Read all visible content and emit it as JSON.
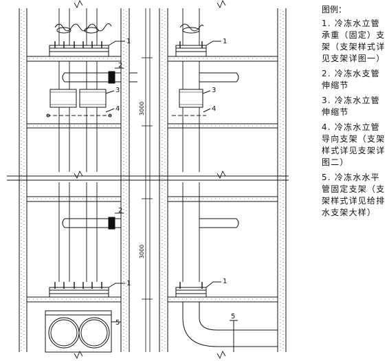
{
  "legend": {
    "title": "图例：",
    "items": [
      "1. 冷冻水立管承重（固定）支架（支架样式详见支架详图一）",
      "2. 冷冻水支管伸缩节",
      "3. 冷冻水立管伸缩节",
      "4. 冷冻水立管导向支架（支架样式详见支架详图二）",
      "5. 冷冻水水平管固定支架（支架样式详见给排水支架大样）"
    ]
  },
  "drawing": {
    "callouts": [
      "1",
      "2",
      "3",
      "4",
      "5"
    ],
    "dimensions": [
      "3000",
      "3000"
    ]
  },
  "colors": {
    "line": "#111111",
    "fill": "#ffffff",
    "pipe_block": "#111111"
  }
}
